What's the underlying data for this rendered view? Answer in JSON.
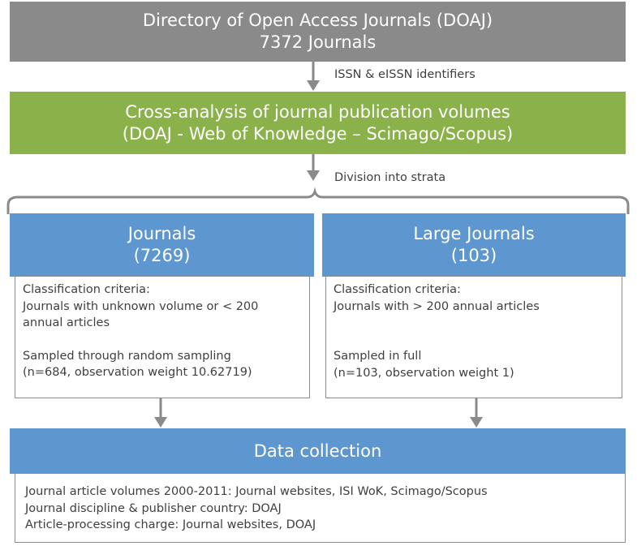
{
  "source_box": {
    "line1": "Directory of Open Access Journals (DOAJ)",
    "line2": "7372 Journals"
  },
  "step1_label": "ISSN & eISSN identifiers",
  "analysis_box": {
    "line1": "Cross-analysis of journal publication volumes",
    "line2": "(DOAJ - Web of Knowledge – Scimago/Scopus)"
  },
  "step2_label": "Division into strata",
  "journals": {
    "title": "Journals",
    "count": "(7269)",
    "criteria_title": "Classification criteria:",
    "criteria_line1": "Journals with unknown volume or < 200",
    "criteria_line2": "annual articles",
    "sampling_line1": "Sampled through random sampling",
    "sampling_line2": "(n=684, observation weight 10.62719)"
  },
  "large_journals": {
    "title": "Large Journals",
    "count": "(103)",
    "criteria_title": "Classification criteria:",
    "criteria_line1": "Journals with > 200 annual articles",
    "sampling_line1": "Sampled in full",
    "sampling_line2": "(n=103, observation weight 1)"
  },
  "data_collection": {
    "title": "Data collection",
    "line1": "Journal article volumes 2000-2011: Journal websites, ISI WoK, Scimago/Scopus",
    "line2": "Journal discipline & publisher country: DOAJ",
    "line3": "Article-processing charge: Journal websites, DOAJ"
  },
  "colors": {
    "source": "#8a8a8a",
    "analysis": "#8ab14a",
    "strata_header": "#5e97cf",
    "arrow": "#8a8a8a"
  }
}
